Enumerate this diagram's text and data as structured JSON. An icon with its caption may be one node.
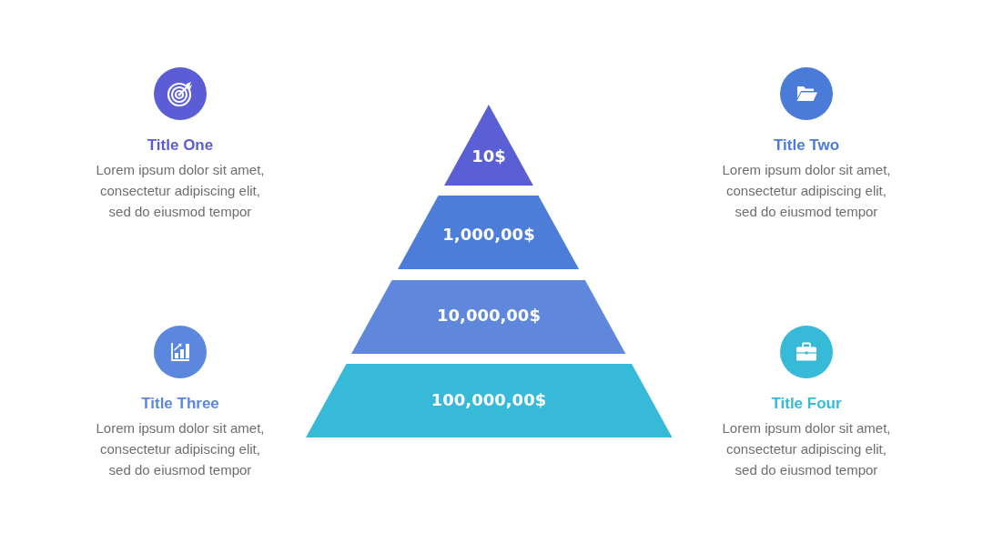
{
  "diagram": {
    "nodes": [
      {
        "text": [
          "Title One",
          "Lorem ipsum dolor sit amet, consectetur adipiscing elit, sed do eiusmod tempor"
        ]
      },
      {
        "text": [
          "10$"
        ]
      },
      {
        "text": [
          "1,000,00$"
        ]
      },
      {
        "text": [
          "Title Two",
          "Lorem ipsum dolor sit amet, consectetur adipiscing elit, sed do eiusmod tempor"
        ]
      },
      {
        "text": [
          "Title Three",
          "Lorem ipsum dolor sit amet, consectetur adipiscing elit, sed do eiusmod tempor"
        ]
      },
      {
        "text": [
          "10,000,00$"
        ]
      },
      {
        "text": [
          "100,000,00$"
        ]
      },
      {
        "text": [
          "Title Four",
          "Lorem ipsum dolor sit amet, consectetur adipiscing elit, sed do eiusmod tempor"
        ]
      }
    ]
  }
}
